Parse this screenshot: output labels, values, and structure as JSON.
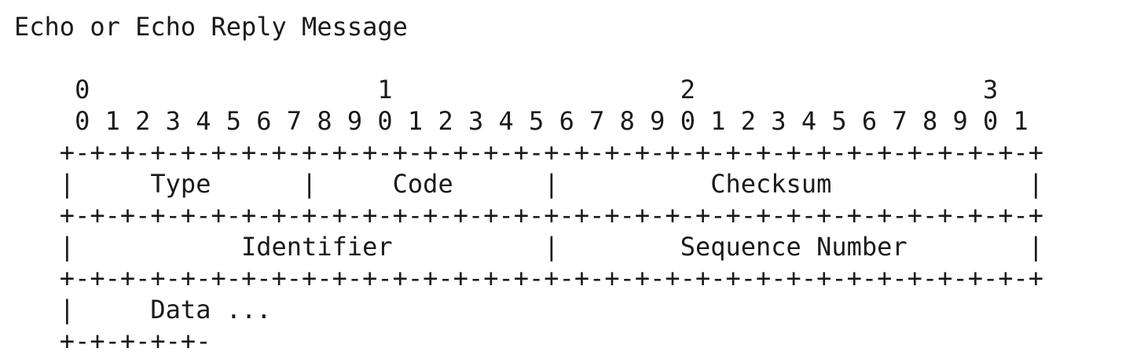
{
  "title": "Echo or Echo Reply Message",
  "bit_header": {
    "tens": "    0                   1                   2                   3",
    "ones": "    0 1 2 3 4 5 6 7 8 9 0 1 2 3 4 5 6 7 8 9 0 1 2 3 4 5 6 7 8 9 0 1"
  },
  "border_full": "   +-+-+-+-+-+-+-+-+-+-+-+-+-+-+-+-+-+-+-+-+-+-+-+-+-+-+-+-+-+-+-+-+",
  "row1": "   |     Type      |     Code      |          Checksum             |",
  "row2": "   |           Identifier          |        Sequence Number        |",
  "row3": "   |     Data ...",
  "border_short": "   +-+-+-+-+-",
  "fields": {
    "type": "Type",
    "code": "Code",
    "checksum": "Checksum",
    "identifier": "Identifier",
    "sequence_number": "Sequence Number",
    "data": "Data ..."
  }
}
